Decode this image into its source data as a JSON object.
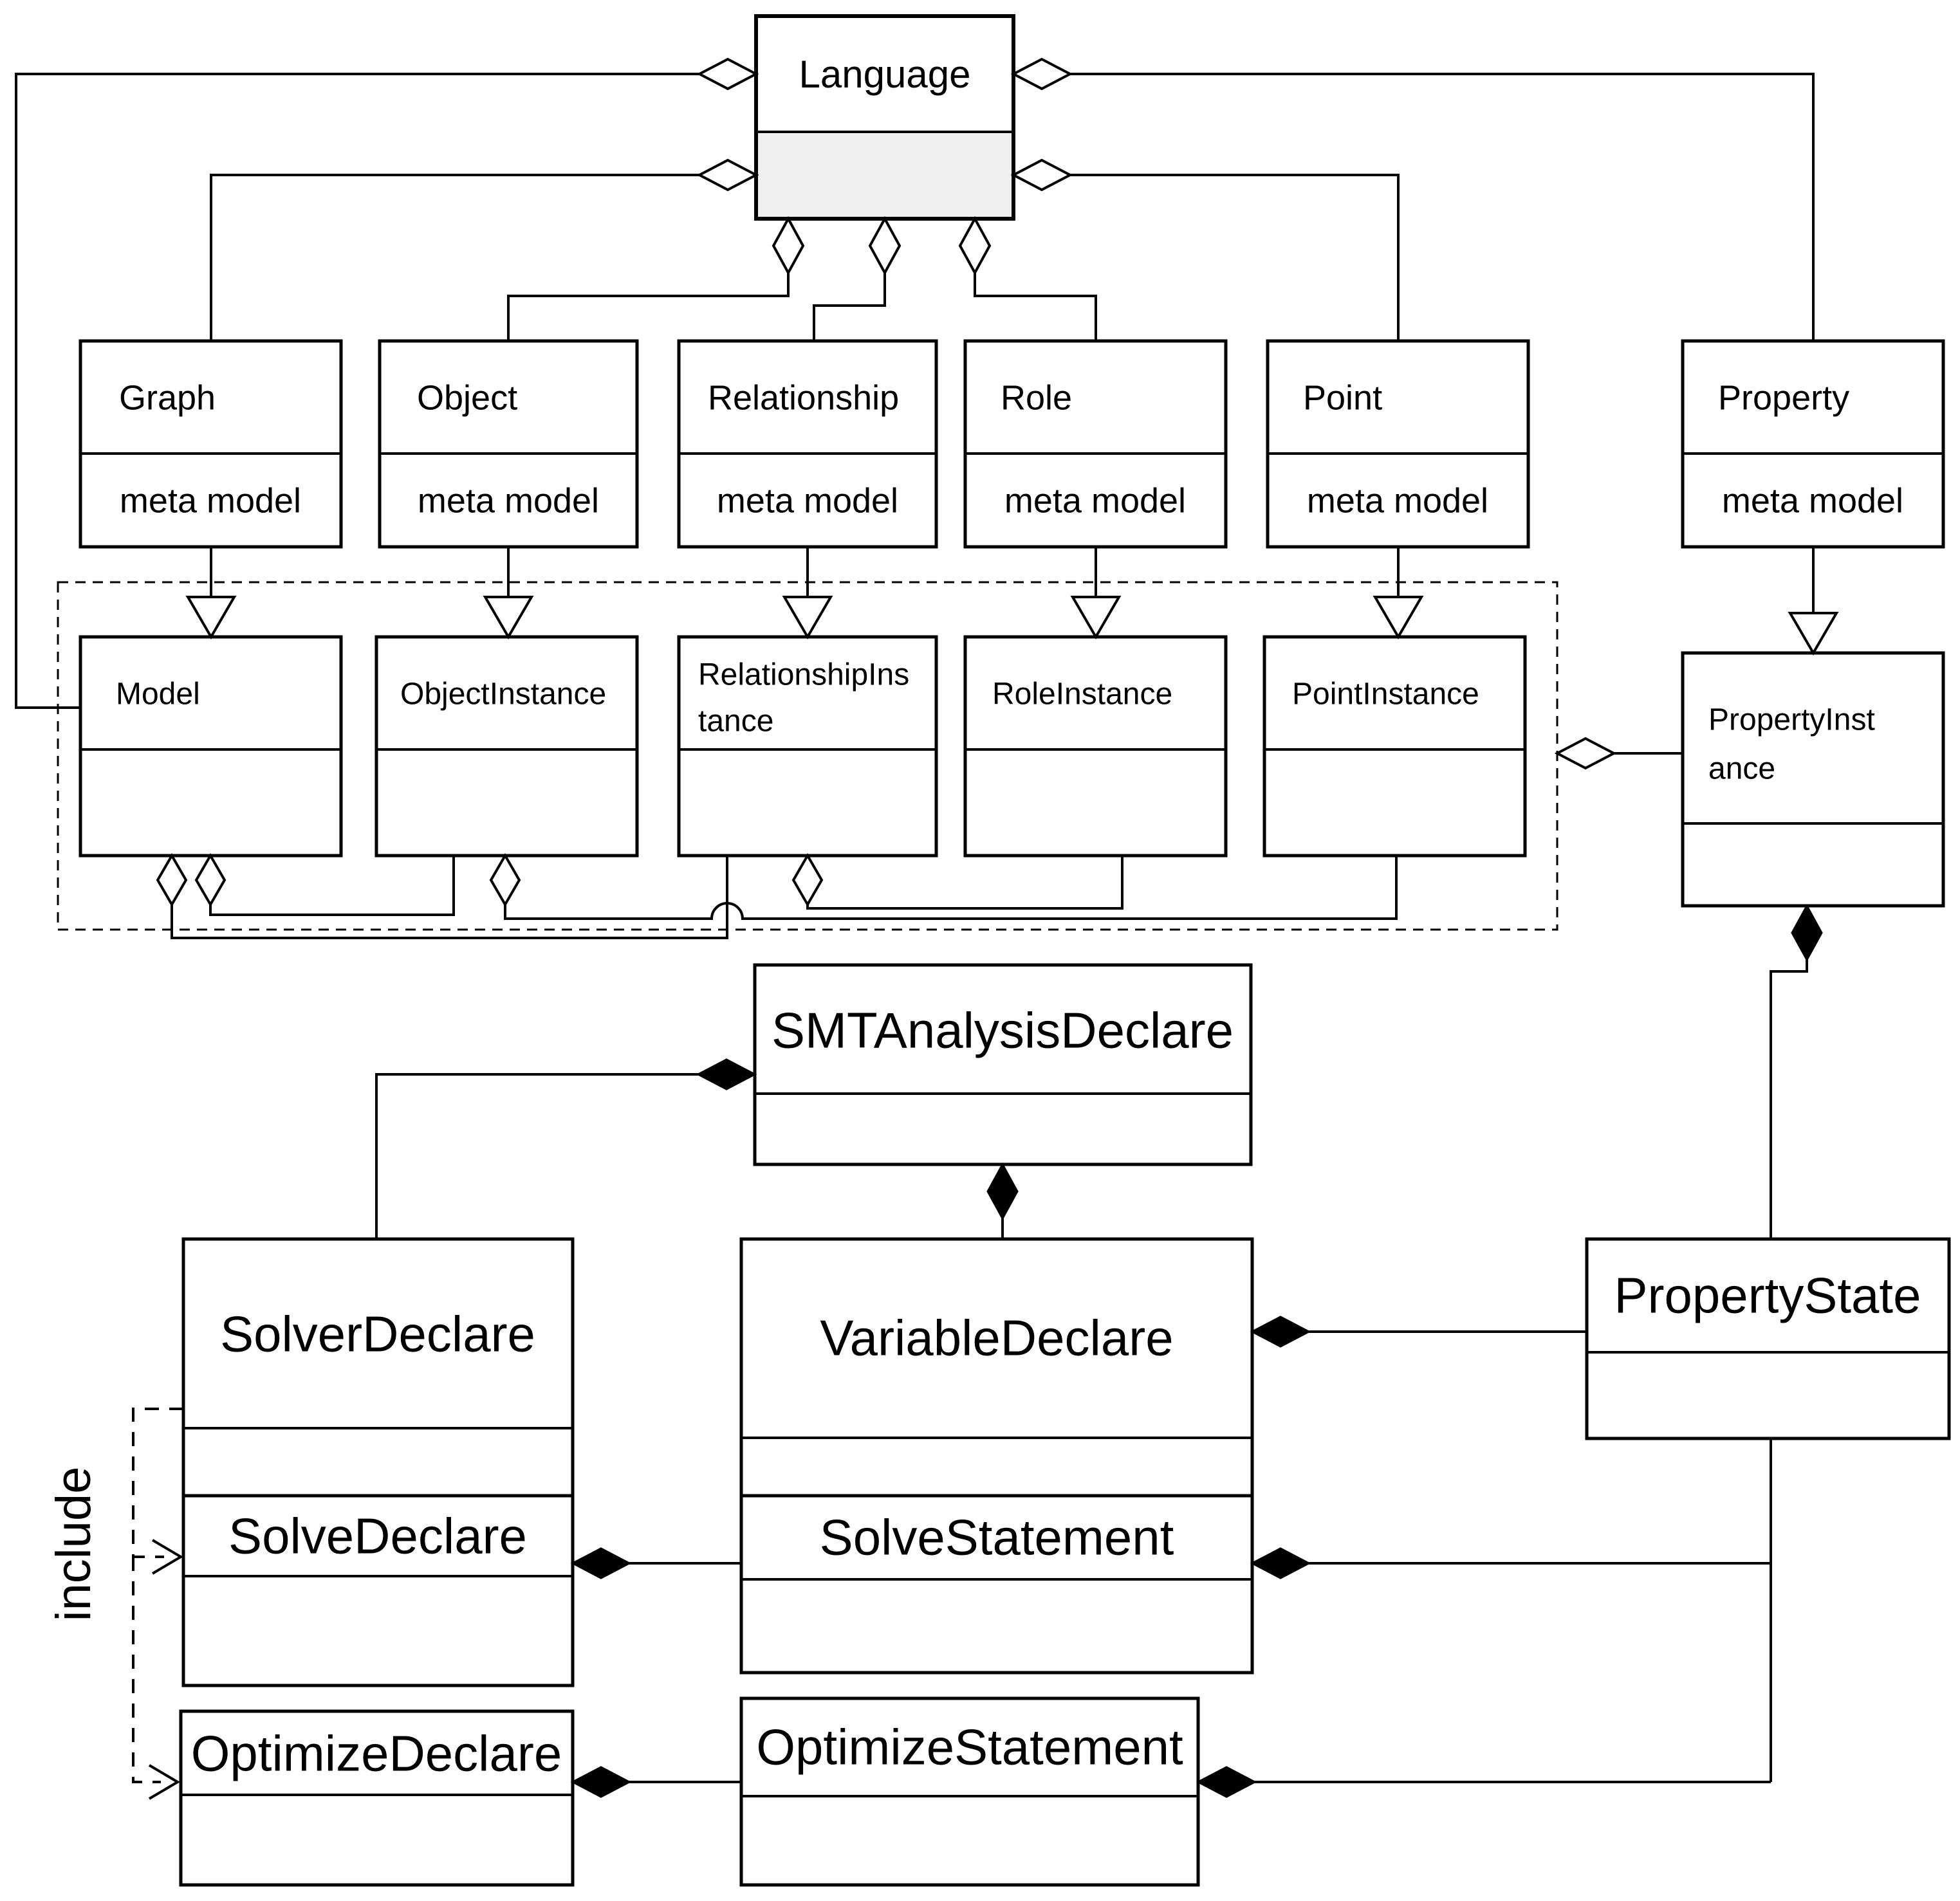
{
  "colors": {
    "stroke": "#000000",
    "box_fill": "#ffffff",
    "language_lower_fill": "#efefef",
    "background": "#ffffff"
  },
  "language": {
    "title": "Language"
  },
  "meta_classes": {
    "graph": {
      "title": "Graph",
      "compartment": "meta model"
    },
    "object": {
      "title": "Object",
      "compartment": "meta model"
    },
    "relationship": {
      "title": "Relationship",
      "compartment": "meta model"
    },
    "role": {
      "title": "Role",
      "compartment": "meta model"
    },
    "point": {
      "title": "Point",
      "compartment": "meta model"
    },
    "property": {
      "title": "Property",
      "compartment": "meta model"
    }
  },
  "instance_classes": {
    "model": {
      "title": "Model"
    },
    "object_instance": {
      "title": "ObjectInstance"
    },
    "relationship_instance": {
      "title_line1": "RelationshipIns",
      "title_line2": "tance"
    },
    "role_instance": {
      "title": "RoleInstance"
    },
    "point_instance": {
      "title": "PointInstance"
    },
    "property_instance": {
      "title_line1": "PropertyInst",
      "title_line2": "ance"
    }
  },
  "analysis_classes": {
    "smt_analysis_declare": {
      "title": "SMTAnalysisDeclare"
    },
    "solver_declare": {
      "title": "SolverDeclare"
    },
    "variable_declare": {
      "title": "VariableDeclare"
    },
    "property_state": {
      "title": "PropertyState"
    },
    "solve_declare": {
      "title": "SolveDeclare"
    },
    "solve_statement": {
      "title": "SolveStatement"
    },
    "optimize_declare": {
      "title": "OptimizeDeclare"
    },
    "optimize_statement": {
      "title": "OptimizeStatement"
    }
  },
  "annotations": {
    "include_label": "include"
  }
}
